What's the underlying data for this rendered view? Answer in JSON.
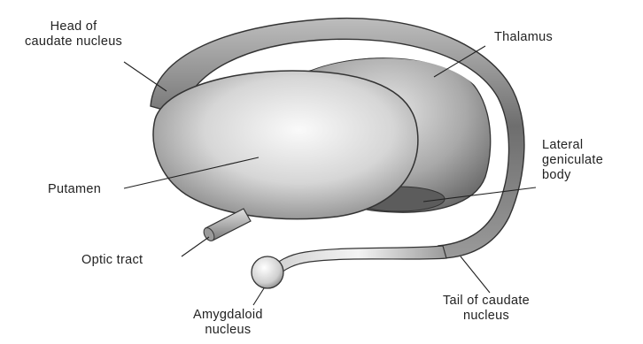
{
  "labels": {
    "head_caudate": [
      "Head of",
      "caudate nucleus"
    ],
    "thalamus": "Thalamus",
    "lateral_geniculate": [
      "Lateral",
      "geniculate",
      "body"
    ],
    "putamen": "Putamen",
    "optic_tract": "Optic tract",
    "tail_caudate": [
      "Tail of caudate",
      "nucleus"
    ],
    "amygdaloid": [
      "Amygdaloid",
      "nucleus"
    ]
  },
  "colors": {
    "ink": "#222222",
    "shade_dark": "#6e6e6e",
    "shade_mid": "#a8a8a8",
    "highlight": "#f2f2f2"
  }
}
